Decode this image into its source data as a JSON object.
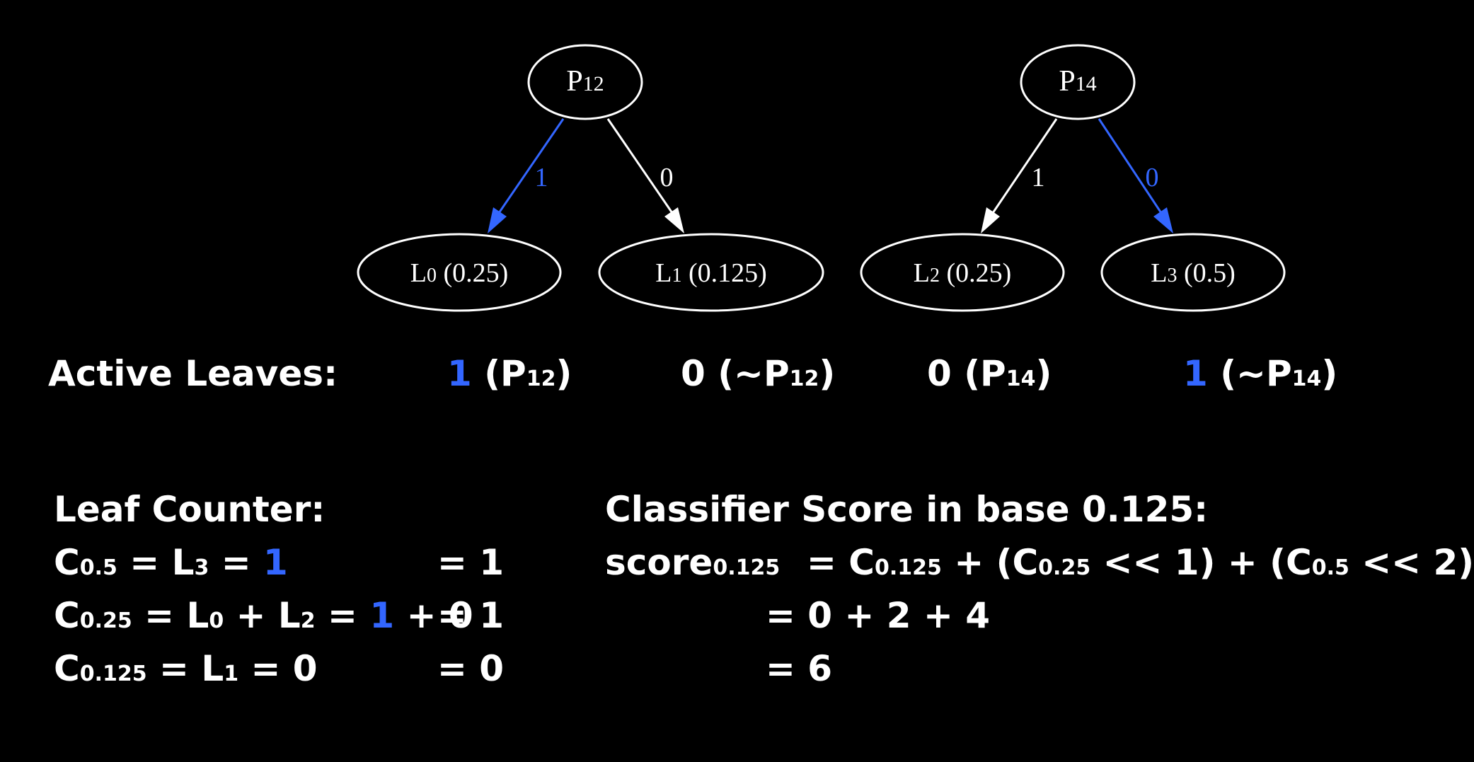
{
  "colors": {
    "background": "#000000",
    "text": "#ffffff",
    "accent": "#3366ff"
  },
  "trees": [
    {
      "root": {
        "main": "P",
        "sub": "12"
      },
      "left_edge": {
        "label": "1",
        "active": true
      },
      "right_edge": {
        "label": "0",
        "active": false
      },
      "left_leaf": {
        "main": "L",
        "sub": "0",
        "value": " (0.25)"
      },
      "right_leaf": {
        "main": "L",
        "sub": "1",
        "value": " (0.125)"
      }
    },
    {
      "root": {
        "main": "P",
        "sub": "14"
      },
      "left_edge": {
        "label": "1",
        "active": false
      },
      "right_edge": {
        "label": "0",
        "active": true
      },
      "left_leaf": {
        "main": "L",
        "sub": "2",
        "value": " (0.25)"
      },
      "right_leaf": {
        "main": "L",
        "sub": "3",
        "value": " (0.5)"
      }
    }
  ],
  "active_leaves": {
    "heading": "Active Leaves:",
    "items": [
      {
        "value": "1",
        "active": true,
        "open": " (P",
        "sub": "12",
        "close": ")"
      },
      {
        "value": "0",
        "active": false,
        "open": " (~P",
        "sub": "12",
        "close": ")"
      },
      {
        "value": "0",
        "active": false,
        "open": " (P",
        "sub": "14",
        "close": ")"
      },
      {
        "value": "1",
        "active": true,
        "open": " (~P",
        "sub": "14",
        "close": ")"
      }
    ]
  },
  "leaf_counter": {
    "heading": "Leaf Counter:",
    "rows": [
      {
        "c": "C",
        "c_sub": "0.5",
        "eq1": " = L",
        "l_sub_a": "3",
        "eq2": " = ",
        "val_a": "1",
        "result": "= 1"
      },
      {
        "c": "C",
        "c_sub": "0.25",
        "eq1": " = L",
        "l_sub_a": "0",
        "plus": " + L",
        "l_sub_b": "2",
        "eq2": " = ",
        "val_a": "1",
        "plus2": " + 0",
        "result": "= 1"
      },
      {
        "c": "C",
        "c_sub": "0.125",
        "eq1": " = L",
        "l_sub_a": "1",
        "eq2": " = ",
        "val_a": "0",
        "result": "= 0"
      }
    ]
  },
  "classifier": {
    "heading": "Classifier Score in base 0.125:",
    "score_main": "score",
    "score_sub": "0.125",
    "formula": {
      "t1": "= C",
      "s1": "0.125",
      "t2": " + (C",
      "s2": "0.25",
      "t3": " << 1) + (C",
      "s3": "0.5",
      "t4": " << 2)"
    },
    "step2": "= 0 + 2 + 4",
    "step3": "= 6"
  }
}
